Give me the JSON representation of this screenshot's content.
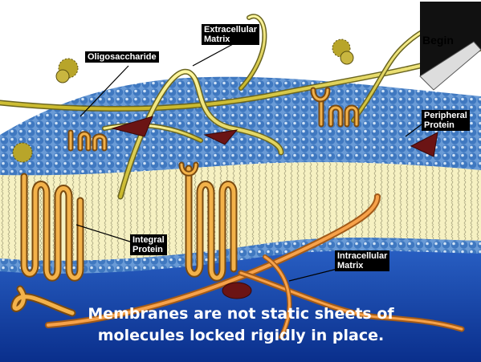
{
  "labels": {
    "extracellular": "Extracellular\nMatrix",
    "oligosaccharide": "Oligosaccharide",
    "peripheral": "Peripheral\nProtein",
    "integral": "Integral\nProtein",
    "intracellular": "Intracellular\nMatrix"
  },
  "begin_button": {
    "label": "Begin"
  },
  "caption": "Membranes are not static sheets of molecules locked rigidly in place.",
  "colors": {
    "background": "#ffffff",
    "lipid_head": "#4f86c6",
    "tail_layer": "#f5f0b8",
    "cytoplasm": "#0b3aa0",
    "fiber": "#e9e266",
    "protein_orange": "#f0a23a",
    "peripheral_protein": "#7a1a1a",
    "oligosaccharide": "#b8a52a"
  }
}
